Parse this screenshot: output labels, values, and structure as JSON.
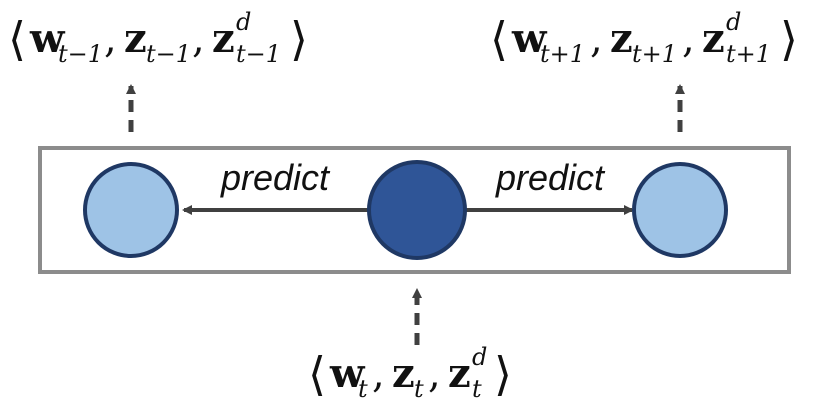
{
  "diagram": {
    "box_stroke": "#8c8c8c",
    "node_light_fill": "#9ec3e6",
    "node_dark_fill": "#2f5597",
    "node_stroke": "#1f3864",
    "arrow_color": "#404040",
    "dashed_color": "#404040",
    "edge_left_label": "predict",
    "edge_right_label": "predict",
    "top_left": {
      "w": "w",
      "w_sub": "t−1",
      "z": "z",
      "z_sub": "t−1",
      "zd": "z",
      "zd_sub": "t−1",
      "zd_sup": "d"
    },
    "top_right": {
      "w": "w",
      "w_sub": "t+1",
      "z": "z",
      "z_sub": "t+1",
      "zd": "z",
      "zd_sub": "t+1",
      "zd_sup": "d"
    },
    "bottom": {
      "w": "w",
      "w_sub": "t",
      "z": "z",
      "z_sub": "t",
      "zd": "z",
      "zd_sub": "t",
      "zd_sup": "d"
    },
    "lang": "⟨",
    "rang": "⟩",
    "comma": ","
  }
}
